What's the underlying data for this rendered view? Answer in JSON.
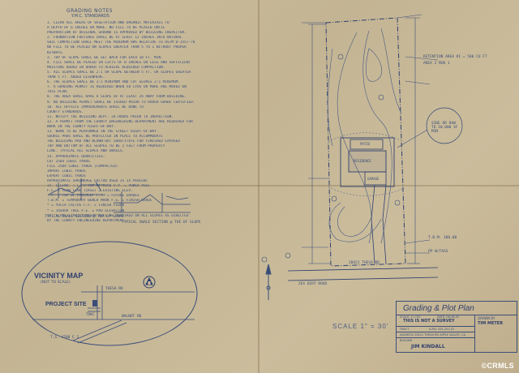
{
  "notes": {
    "title": "GRADING NOTES",
    "subtitle": "Y.M.C. STANDARDS",
    "lines": [
      "1.  CLEAR ALL AREAS OF VEGETATION AND ORGANIC MATERIALS TO",
      "    A DEPTH OF 6 INCHES OR MORE.  NO FILL TO BE PLACED UNTIL",
      "    PREPARATION OF ORIGINAL GROUND IS APPROVED BY BUILDING INSPECTOR.",
      "2.  FOUNDATION FOOTINGS SHALL BE AT LEAST 12 INCHES INTO NATURAL",
      "    SOIL COMPACTION SHALL MEET THE MINIMUM 90% RELATIVE TO ASTM D-1557-78",
      "    NO FILL TO BE PLACED ON SLOPES GREATER THAN 5 TO 1 WITHOUT PROPER",
      "    KEYWAYS.",
      "3.  TOP OF SLOPE SHALL BE SET BACK FOR EACH 10 FT. MIN.",
      "4.  FILL SHALL BE PLACED IN LIFTS OF 8 INCHES OR LESS AND SUFFICIENT",
      "    MOISTURE ADDED IN ORDER TO ACHIEVE REQUIRED COMPACTION.",
      "5.  ALL SLOPES SHALL BE 2:1 OR SLOPE BETWEEN 5 FT. OR SLOPES GREATER",
      "    THAN 5 FT. ADDED ELSEWHERE.",
      "6.  THE SLOPES SHALL BE 2:1 MINIMUM AND CUT SLOPES 2:1 MINIMUM.",
      "7.  A GRADING PERMIT IS REQUIRED WHEN 50 CYDS OR MORE ARE MOVED ON",
      "    THIS PLAN.",
      "8.  THE AREA SHALL HAVE A SLOPE OF AT LEAST 2% AWAY FROM BUILDING.",
      "9.  NO BUILDING PERMIT SHALL BE ISSUED PRIOR TO ROUGH GRADE CERTIFIED.",
      "10. ALL OFFSITE IMPROVEMENTS SHALL BE DONE TO",
      "    COUNTY STANDARDS.",
      "11. NOTIFY THE BUILDING DEPT. 24 HOURS PRIOR TO INSPECTION.",
      "12. A PERMIT FROM THE COUNTY ENGINEERING DEPARTMENT ARE REQUIRED FOR",
      "    WORK IN THE COUNTY RIGHT-OF-WAY.",
      "13. WORK TO BE PERFORMED IN THE STREET RIGHT-OF-WAY.",
      "    SOURCE PADS SHALL BE PROTECTED IN PLACE TO ACCOMMODATE",
      "    THE BUILDING PAD AND BLOWN-OUT SUBSTITUTE FOR FINISHED EXPOSED",
      "    TOP AND BOTTOM OF ALL SLOPES TO BE 2 FEET FROM PROPERTY",
      "    LINE.  TYPICAL ALL SLOPES AND SWALES.",
      "14. APPROXIMATE QUANTITIES:",
      "           CUT           2584                 CUBIC YARDS",
      "           FILL          2584                 CUBIC YARDS (COMPACTED)",
      "           IMPORT                             CUBIC YARDS",
      "           EXPORT                             CUBIC YARDS",
      "     APPROXIMATE SHRINKAGE FACTOR USED IS 15 PERCENT",
      "15. LEGEND:   T.C. = TOP OF CURB            P.P. = POWER POLE",
      "              F.L. = FLOW LINE              (CKSE) = EXISTING ELEV.",
      "              T.P. = TOP OF PAVEMENT        F.S. = FUTURE GRADES",
      "              T.B.M. = TEMPORARY BENCH MARK  F.G. = FINISH GRADE",
      "              * = YUCCA CACTUS              F.F. = FINISH FLOOR",
      "              * = JOSHUA TREE               P.E. = PAD ELEVATION",
      "",
      "16. SLOPE STABILIZATION WILL BE REQUIRED ON ALL SLOPES AS DIRECTED",
      "    BY THE COUNTY ENGINEERING DEPARTMENT."
    ]
  },
  "details": {
    "caption_left": "TYPICAL SWALE SECTION @ TOP OF SLOPE",
    "caption_right": "TYPICAL SWALE SECTION @ TOE OF SLOPE"
  },
  "vicinity": {
    "title": "VICINITY MAP",
    "subtitle": "(NOT TO SCALE)",
    "project_site": "PROJECT SITE",
    "road_thesa": "THESA RD",
    "road_walnut": "WALNUT RD",
    "road_lower": "T.S. 4708 E 1",
    "road_tokc": "TOKC"
  },
  "plan": {
    "patio_label": "PATIO",
    "residence_label": "RESIDENCE",
    "garage_label": "GARAGE",
    "street_label": "2EX DIRT ROAD",
    "address_label": "20421 THESA RD",
    "area_note": "RETENTION AREA #1 = 580 CU FT",
    "area_note2": "AREA 2 MIN 1",
    "circle_note": "SIDE OR RAW TO 10,000 SF MIN",
    "tbm_note": "T.B.M. 100.00",
    "pp_note": "PP W/TAGS",
    "scale_text": "SCALE   1\" = 30'"
  },
  "title_block": {
    "title": "Grading & Plot Plan",
    "not_survey": "THIS IS NOT A SURVEY",
    "drawn_by_label": "DRAWN BY",
    "drawn_by": "TIM METER",
    "owner": "JIM KINDALL",
    "scale_label": "SCALE: 1\"=30'",
    "date_label": "DATE: 08-08-02",
    "tract_label": "TRACT",
    "apn_label": "A.P.N. 431-251-01",
    "address_line": "ADDRESS  20421 THESA RD APPLE VALLEY, CA",
    "builder_label": "BUILDER"
  },
  "watermark": "©CRMLS"
}
